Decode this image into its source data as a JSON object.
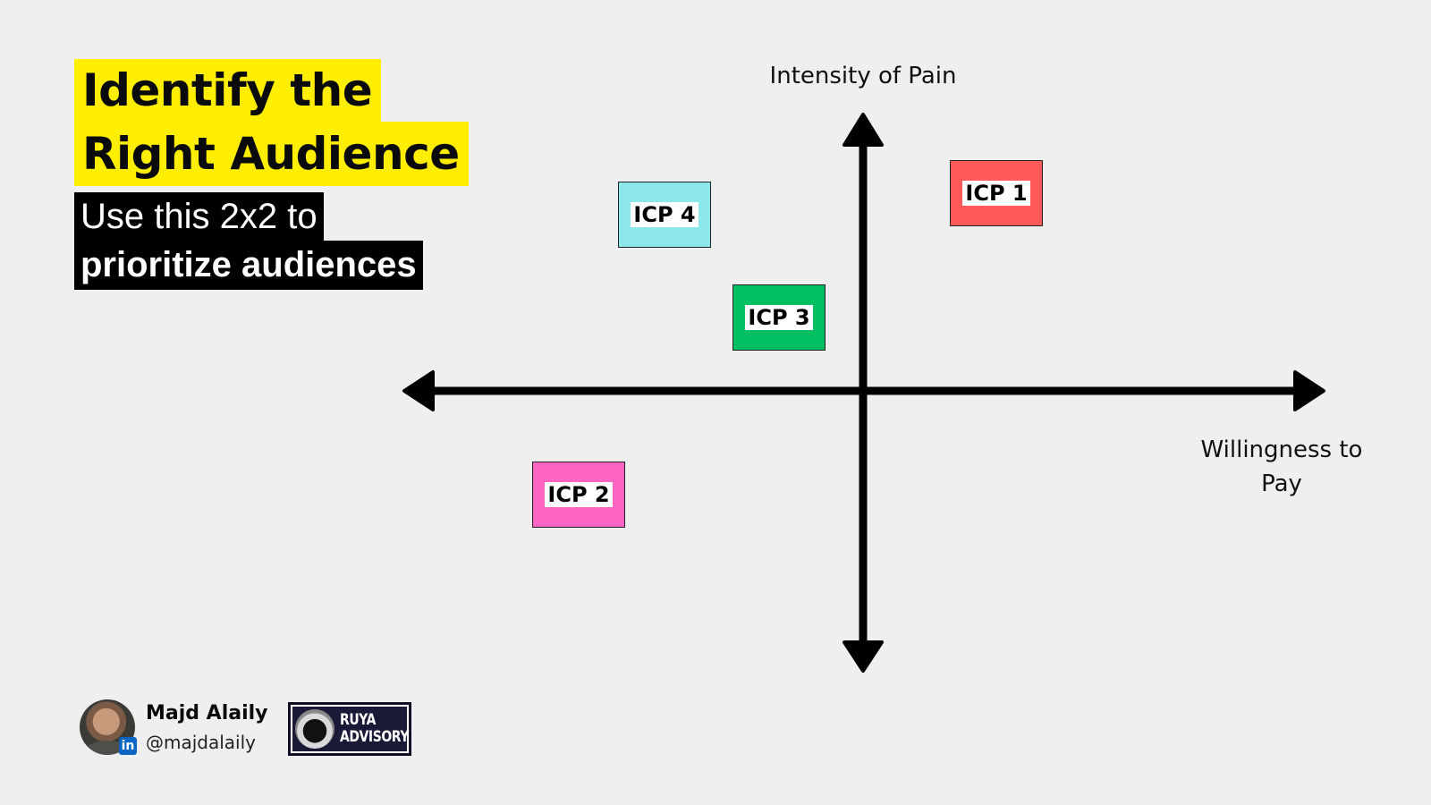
{
  "title": {
    "line1": "Identify the",
    "line2": "Right Audience"
  },
  "subtitle": {
    "line1": "Use this 2x2 to",
    "line2": "prioritize audiences"
  },
  "matrix": {
    "y_axis_label": "Intensity of Pain",
    "x_axis_label_line1": "Willingness to",
    "x_axis_label_line2": "Pay",
    "items": [
      {
        "label": "ICP 1",
        "color": "#ff5a5a",
        "quadrant": "top-right"
      },
      {
        "label": "ICP 2",
        "color": "#ff66c4",
        "quadrant": "bottom-left"
      },
      {
        "label": "ICP 3",
        "color": "#00bf63",
        "quadrant": "top-left"
      },
      {
        "label": "ICP 4",
        "color": "#8ce8ea",
        "quadrant": "top-left"
      }
    ]
  },
  "footer": {
    "author_name": "Majd Alaily",
    "author_handle": "@majdalaily",
    "linkedin_icon_text": "in",
    "brand_line1": "RUYA",
    "brand_line2": "ADVISORY"
  },
  "colors": {
    "background": "#efefef",
    "title_highlight": "#ffee00",
    "subtitle_background": "#000000",
    "axis": "#000000"
  }
}
